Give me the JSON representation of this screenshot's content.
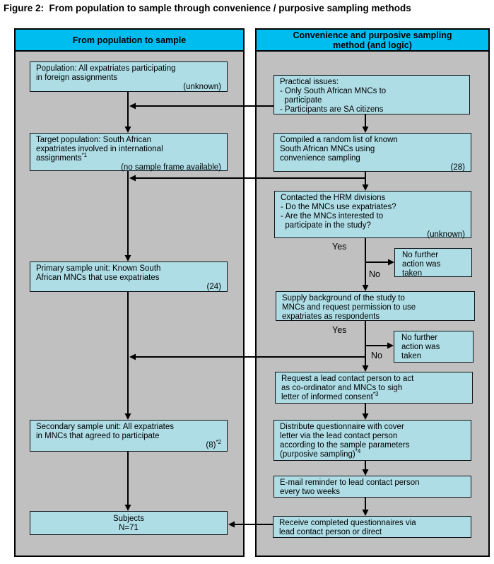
{
  "title": "Figure 2:  From population to sample through convenience / purposive sampling methods",
  "colors": {
    "header_cyan": "#00bdf0",
    "box_fill": "#aedde6",
    "panel_gray": "#c0c0c0",
    "line_black": "#000000"
  },
  "labels": {
    "yes": "Yes",
    "no": "No"
  },
  "left": {
    "header": "From population to sample",
    "boxes": {
      "population": {
        "lines": [
          "Population: All expatriates participating",
          "in foreign assignments"
        ],
        "note": "(unknown)"
      },
      "target": {
        "lines": [
          "Target population: South African",
          "expatriates involved in international",
          "assignments"
        ],
        "sup": "*1",
        "note": "(no sample frame available)"
      },
      "primary": {
        "lines": [
          "Primary sample unit: Known South",
          "African MNCs that use expatriates"
        ],
        "note": "(24)"
      },
      "secondary": {
        "lines": [
          "Secondary sample unit: All expatriates",
          "in MNCs that agreed to participate"
        ],
        "note": "(8)",
        "note_sup": "*2"
      },
      "subjects": {
        "lines": [
          "Subjects",
          "N=71"
        ]
      }
    }
  },
  "right": {
    "header_lines": [
      "Convenience and purposive sampling",
      "method (and logic)"
    ],
    "boxes": {
      "practical": {
        "lines": [
          "Practical issues:",
          "- Only South African MNCs to",
          "  participate",
          "- Participants are SA citizens"
        ]
      },
      "compiled": {
        "lines": [
          "Compiled a random list of known",
          "South African MNCs using",
          "convenience sampling"
        ],
        "note": "(28)"
      },
      "contacted": {
        "lines": [
          "Contacted the HRM divisions",
          "- Do the MNCs use expatriates?",
          "- Are the MNCs interested to",
          "  participate in the study?"
        ],
        "note": "(unknown)"
      },
      "no_action_1": {
        "lines": [
          "No further",
          "action was",
          "taken"
        ]
      },
      "supply": {
        "lines": [
          "Supply background of the study to",
          "MNCs and request permission to use",
          "expatriates as respondents"
        ]
      },
      "no_action_2": {
        "lines": [
          "No further",
          "action was",
          "taken"
        ]
      },
      "request": {
        "lines": [
          "Request a lead contact person to act",
          "as co-ordinator and MNCs to sigh",
          "letter of informed consent"
        ],
        "sup": "*3"
      },
      "distribute": {
        "lines": [
          "Distribute questionnaire with cover",
          "letter via the lead contact person",
          "according to the sample parameters",
          "(purposive sampling)"
        ],
        "sup": "*4"
      },
      "email": {
        "lines": [
          "E-mail reminder to lead contact person",
          "every two weeks"
        ]
      },
      "receive": {
        "lines": [
          "Receive completed questionnaires via",
          "lead contact person or direct"
        ]
      }
    }
  }
}
